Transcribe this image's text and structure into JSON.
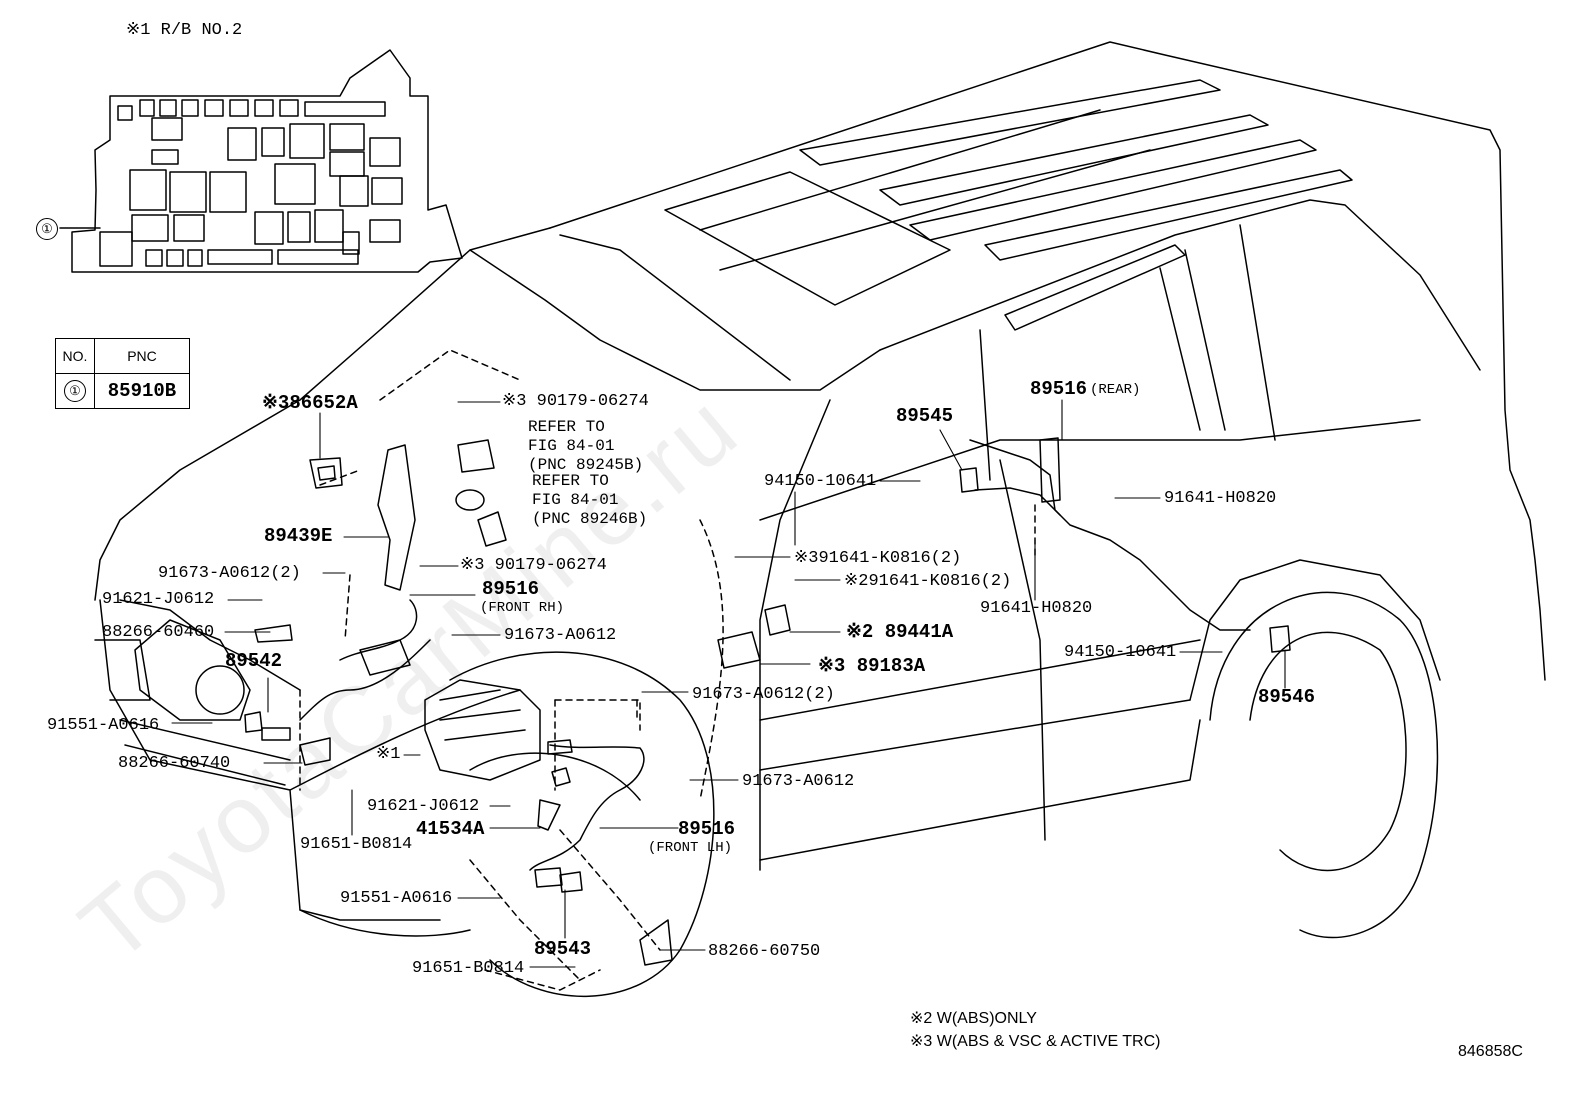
{
  "relay_block": {
    "title": "※1 R/B NO.2",
    "callout": "①"
  },
  "pnc_table": {
    "head_no": "NO.",
    "head_pnc": "PNC",
    "row_no": "①",
    "row_pnc": "85910B"
  },
  "parts": {
    "p86652A": "※386652A",
    "p90179a": "※3 90179-06274",
    "ref1": [
      "REFER TO",
      "FIG 84-01",
      "(PNC 89245B)"
    ],
    "ref2": [
      "REFER TO",
      "FIG 84-01",
      "(PNC 89246B)"
    ],
    "p89439E": "89439E",
    "p90179b": "※3 90179-06274",
    "p91673_2a": "91673-A0612(2)",
    "p91621a": "91621-J0612",
    "p88266_60460": "88266-60460",
    "p89542": "89542",
    "p91551a": "91551-A0616",
    "p88266_60740": "88266-60740",
    "p91651a": "91651-B0814",
    "p89516_frh": "89516",
    "frh": "(FRONT RH)",
    "p91673_a": "91673-A0612",
    "p91673_2b": "91673-A0612(2)",
    "star1": "※1",
    "p91673_b": "91673-A0612",
    "p91621b": "91621-J0612",
    "p41534A": "41534A",
    "p89516_flh": "89516",
    "flh": "(FRONT LH)",
    "p91551b": "91551-A0616",
    "p89543": "89543",
    "p88266_60750": "88266-60750",
    "p91651b": "91651-B0814",
    "p89545": "89545",
    "p89516_rear": "89516",
    "rear": "(REAR)",
    "p94150a": "94150-10641",
    "p91641_h_a": "91641-H0820",
    "p91641_k_3": "※391641-K0816(2)",
    "p91641_k_2": "※291641-K0816(2)",
    "p91641_h_b": "91641-H0820",
    "p89441A": "※2 89441A",
    "p89183A": "※3 89183A",
    "p94150b": "94150-10641",
    "p89546": "89546"
  },
  "notes": [
    "※2  W(ABS)ONLY",
    "※3  W(ABS & VSC & ACTIVE TRC)"
  ],
  "code": "846858C",
  "watermark": "ToyotaCarMine.ru"
}
